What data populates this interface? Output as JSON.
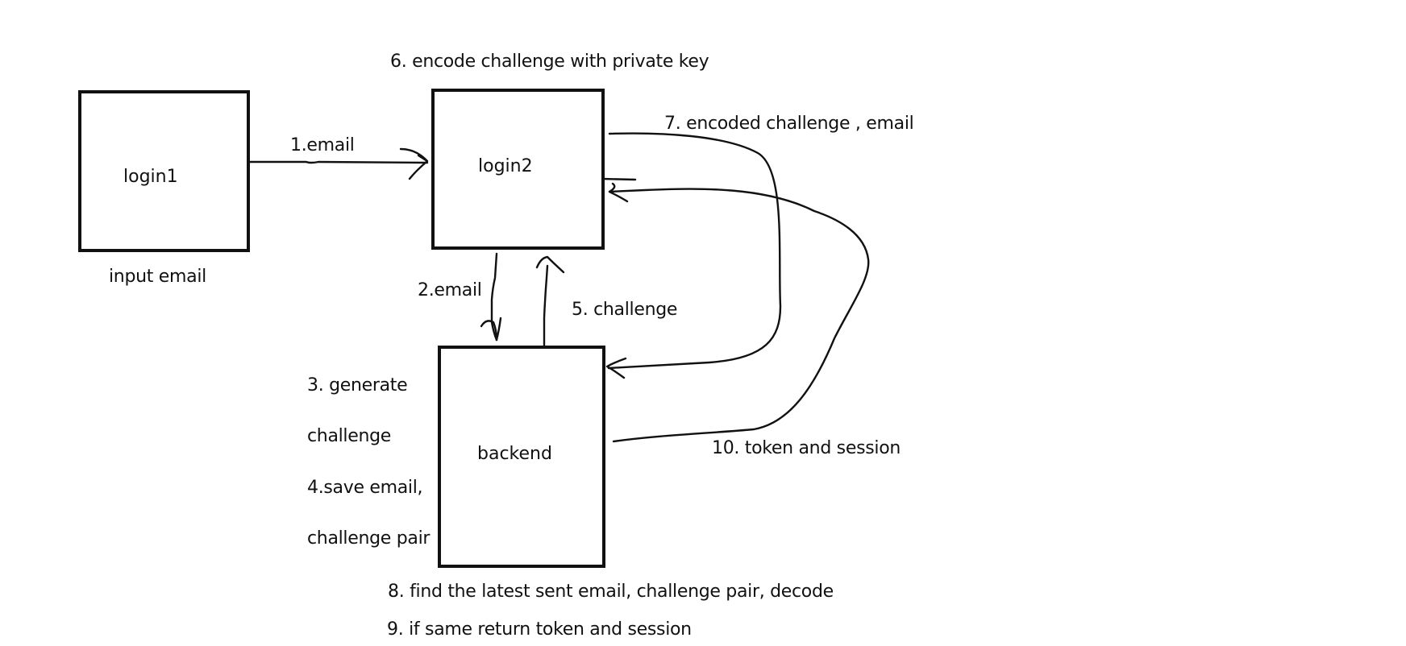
{
  "nodes": {
    "login1": {
      "label": "login1",
      "caption": "input email"
    },
    "login2": {
      "label": "login2",
      "caption": "6. encode challenge with private key"
    },
    "backend": {
      "label": "backend"
    }
  },
  "edges": {
    "e1": "1.email",
    "e2": "2.email",
    "e5": "5. challenge",
    "e7": "7. encoded challenge , email",
    "e10": "10. token and session"
  },
  "notes": {
    "n3a": "3. generate",
    "n3b": "challenge",
    "n4a": "4.save email,",
    "n4b": "challenge pair",
    "n8": "8. find the latest sent email, challenge pair, decode",
    "n9": "9. if same return token and session"
  },
  "colors": {
    "stroke": "#111111",
    "background": "#ffffff"
  }
}
